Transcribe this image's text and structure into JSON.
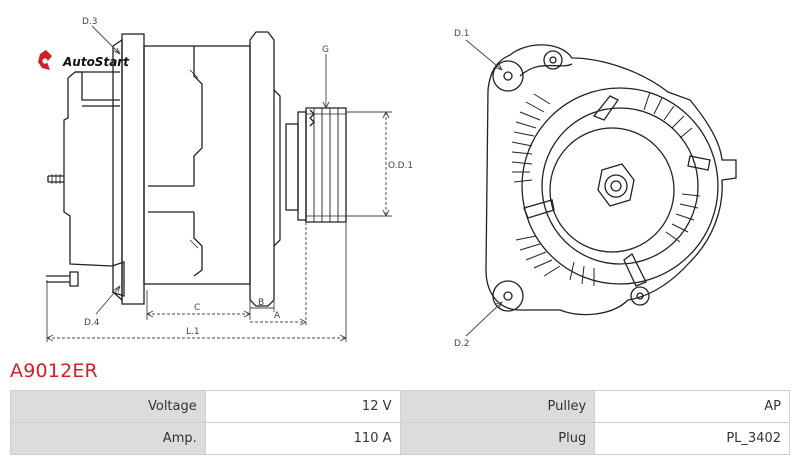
{
  "brand": {
    "logo_text": "AutoStart"
  },
  "drawing": {
    "labels": {
      "d1": "D.1",
      "d2": "D.2",
      "d3": "D.3",
      "d4": "D.4",
      "g": "G",
      "od1": "O.D.1",
      "a": "A",
      "b": "B",
      "c": "C",
      "l1": "L.1"
    }
  },
  "part": {
    "code": "A9012ER"
  },
  "specs": [
    {
      "key": "Voltage",
      "value": "12 V",
      "key2": "Pulley",
      "value2": "AP"
    },
    {
      "key": "Amp.",
      "value": "110 A",
      "key2": "Plug",
      "value2": "PL_3402"
    }
  ],
  "colors": {
    "title": "#d0202a",
    "logo_icon": "#d0202a",
    "row_key_bg": "#dcdcdc"
  }
}
